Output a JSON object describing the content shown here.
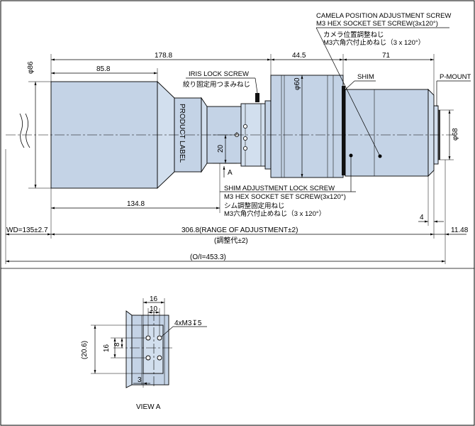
{
  "labels": {
    "camera_screw_1": "CAMELA POSITION ADJUSTMENT SCREW",
    "camera_screw_2": "M3 HEX SOCKET SET SCREW(3x120°)",
    "camera_screw_3": "カメラ位置調整ねじ",
    "camera_screw_4": "M3六角穴付止めねじ（3 x 120°）",
    "iris_1": "IRIS  LOCK SCREW",
    "iris_2": "絞り固定用つまみねじ",
    "shim": "SHIM",
    "pmount": "P-MOUNT",
    "product_label": "PRODUCT LABEL",
    "shim_lock_1": "SHIM ADJUSTMENT LOCK SCREW",
    "shim_lock_2": "M3 HEX SOCKET SET SCREW(3x120°)",
    "shim_lock_3": "シム調整固定用ねじ",
    "shim_lock_4": "M3六角穴付止めねじ（3 x 120°）",
    "view_arrow": "A",
    "view_title": "VIEW A"
  },
  "dimensions": {
    "d86": "φ86",
    "d60": "φ60",
    "d68": "φ68",
    "len_178_8": "178.8",
    "len_85_8": "85.8",
    "len_44_5": "44.5",
    "len_71": "71",
    "len_20": "20",
    "len_134_8": "134.8",
    "len_4": "4",
    "wd": "WD=135±2.7",
    "range": "306.8(RANGE OF ADJUSTMENT±2)",
    "range_jp": "(調整代±2)",
    "oi": "(O/I=453.3)",
    "end_11_48": "11.48",
    "va_16": "16",
    "va_10": "10",
    "va_hole": "4xM3↧5",
    "va_20_6": "(20.6)",
    "va_16v": "16",
    "va_8": "8",
    "va_3": "3"
  }
}
